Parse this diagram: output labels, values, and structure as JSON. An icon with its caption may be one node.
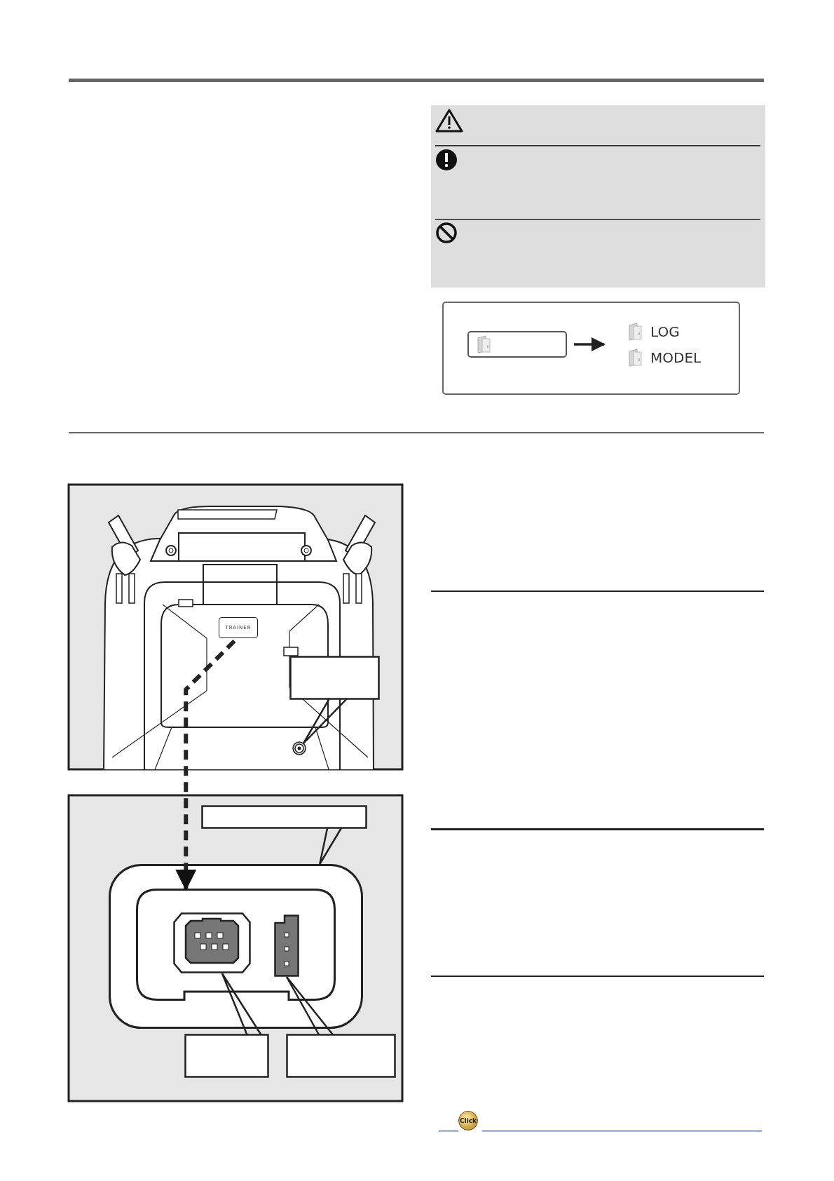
{
  "diagram": {
    "nodes": [
      {
        "text": [],
        "shape": "box"
      },
      {
        "text": [
          "LOG"
        ]
      },
      {
        "text": [
          "MODEL"
        ]
      },
      {
        "text": [
          "TRAINER"
        ]
      },
      {
        "text": [],
        "shape": "box"
      },
      {
        "text": [],
        "shape": "circle"
      },
      {
        "text": [],
        "shape": "box"
      },
      {
        "text": [],
        "shape": "box"
      },
      {
        "text": [],
        "shape": "box",
        "in": 7
      },
      {
        "text": [],
        "shape": "box",
        "in": 8
      },
      {
        "text": [],
        "shape": "box",
        "in": 8
      },
      {
        "text": [],
        "shape": "box"
      },
      {
        "text": [],
        "shape": "box"
      }
    ],
    "edges": [
      {
        "from": 0,
        "to": 1,
        "arrow": "to"
      },
      {
        "from": 0,
        "to": 2,
        "arrow": "to"
      },
      {
        "from": 3,
        "to": 8,
        "arrow": "to",
        "style": "dashed"
      },
      {
        "from": 4,
        "to": 5,
        "arrow": "none"
      },
      {
        "from": 6,
        "to": 7,
        "arrow": "none"
      },
      {
        "from": 11,
        "to": 9,
        "arrow": "none"
      },
      {
        "from": 12,
        "to": 10,
        "arrow": "none"
      }
    ],
    "labels": [
      "Click"
    ]
  }
}
